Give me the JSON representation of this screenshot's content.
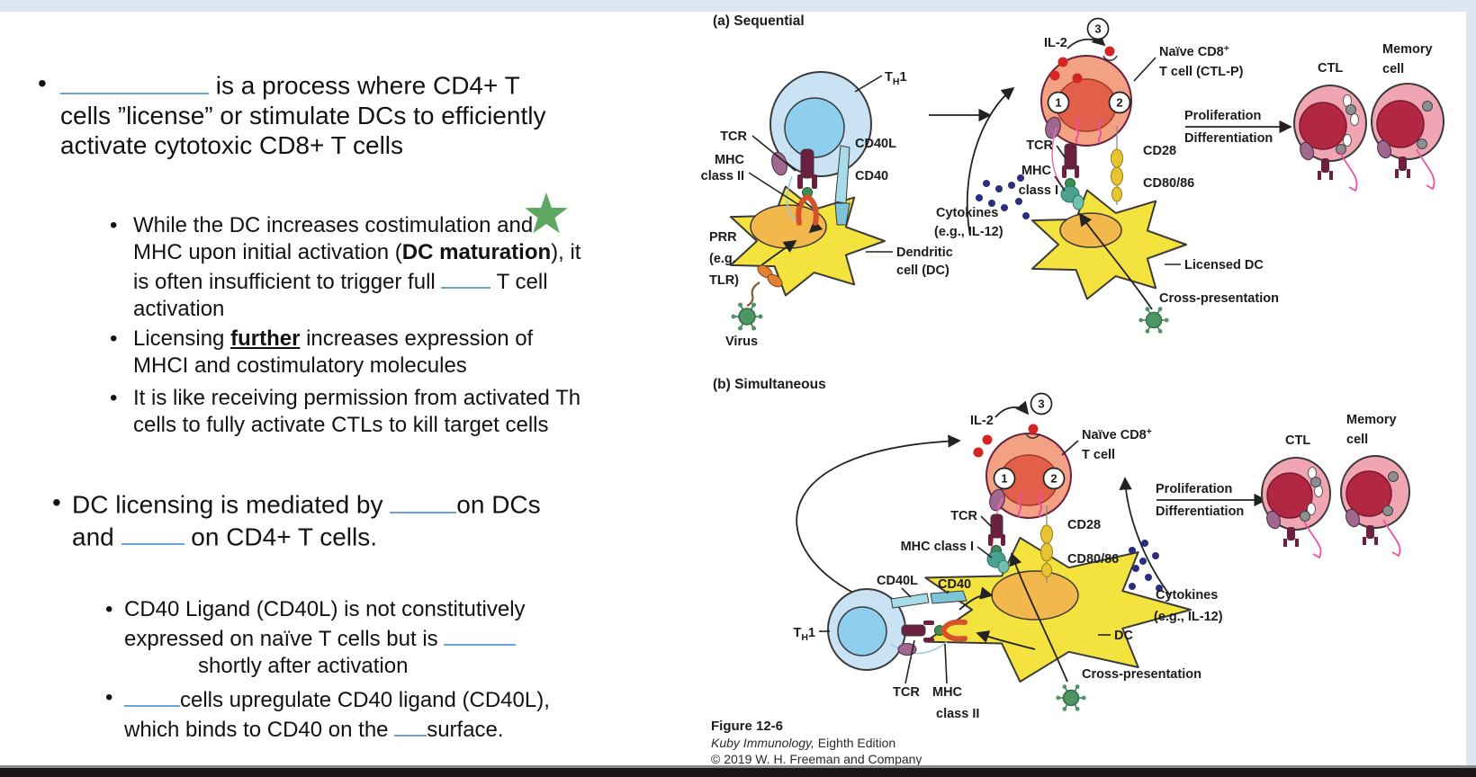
{
  "colors": {
    "canvas_strip": "#dce6f3",
    "slide_bg": "#ffffff",
    "bottom_bar": "#1b1717",
    "blank_underline": "#6ca0dc",
    "star_green": "#5ea761",
    "dc_yellow": "#f4e23e",
    "dc_nucleus_orange": "#f2b84b",
    "th1_blue": "#c9e2f4",
    "naive_salmon": "#f2a183",
    "ctl_pink": "#efa5b2",
    "ctl_nucleus_red": "#b22742",
    "il2_red": "#d42525",
    "cytokine_navy": "#2d2d7f"
  },
  "slide": {
    "bullet_char": "•",
    "b1": {
      "l1_rest": " is a process where CD4+ T",
      "l2": "cells ”license” or stimulate DCs to efficiently",
      "l3": "activate cytotoxic CD8+ T cells"
    },
    "sub1a": {
      "l1": "While the DC increases costimulation and",
      "l2_pre": "MHC upon initial activation (",
      "l2_bold": "DC maturation",
      "l2_post": "), it",
      "l3_pre": "is often insufficient to trigger full ",
      "l3_post": " T cell",
      "l4": "activation"
    },
    "sub1b": {
      "l1_pre": "Licensing ",
      "l1_bold": "further",
      "l1_post": " increases expression of",
      "l2": "MHCI and costimulatory molecules"
    },
    "sub1c": {
      "l1": "It is like receiving permission from activated Th",
      "l2": "cells to fully activate CTLs to kill target cells"
    },
    "b2": {
      "l1_pre": "DC licensing is mediated by ",
      "l1_post": "on DCs",
      "l2_pre": "and ",
      "l2_post": " on CD4+ T cells."
    },
    "sub2a": {
      "l1": "CD40 Ligand (CD40L) is not constitutively",
      "l2": "expressed on naïve T cells but is ",
      "l3": "shortly after activation"
    },
    "sub2b": {
      "l1_post": "cells upregulate CD40 ligand (CD40L),",
      "l2_pre": "which binds to CD40 on the ",
      "l2_post": "surface."
    }
  },
  "figure": {
    "a": {
      "title": "(a) Sequential",
      "th1": {
        "t": "T",
        "h": "H",
        "n": "1"
      },
      "tcr": "TCR",
      "mhc": "MHC",
      "class_ii": "class II",
      "cd40l": "CD40L",
      "cd40": "CD40",
      "prr1": "PRR",
      "prr2": "(e.g.",
      "prr3": "TLR)",
      "virus": "Virus",
      "dc1": "Dendritic",
      "dc2": "cell (DC)",
      "il2": "IL-2",
      "n1": "1",
      "n2": "2",
      "n3": "3",
      "naive1": "Naïve CD8",
      "plus": "+",
      "naive2": "T cell (CTL-P)",
      "tcr2": "TCR",
      "mhc2": "MHC",
      "class_i": "class I",
      "cd28": "CD28",
      "cd8086": "CD80/86",
      "cyto1": "Cytokines",
      "cyto2": "(e.g., IL-12)",
      "licensed": "Licensed DC",
      "crosspres": "Cross-presentation",
      "prolif": "Proliferation",
      "diff": "Differentiation",
      "ctl": "CTL",
      "mem1": "Memory",
      "mem2": "cell"
    },
    "b": {
      "title": "(b) Simultaneous",
      "il2": "IL-2",
      "n1": "1",
      "n2": "2",
      "n3": "3",
      "naive1": "Naïve CD8",
      "plus": "+",
      "naive2": "T cell",
      "tcr": "TCR",
      "mhc_class_i": "MHC class I",
      "cd28": "CD28",
      "cd8086": "CD80/86",
      "cd40l": "CD40L",
      "cd40": "CD40",
      "th1": {
        "t": "T",
        "h": "H",
        "n": "1"
      },
      "tcr2": "TCR",
      "mhc": "MHC",
      "class_ii": "class II",
      "dc": "DC",
      "crosspres": "Cross-presentation",
      "cyto1": "Cytokines",
      "cyto2": "(e.g., IL-12)",
      "prolif": "Proliferation",
      "diff": "Differentiation",
      "ctl": "CTL",
      "mem1": "Memory",
      "mem2": "cell"
    },
    "caption": {
      "l1": "Figure 12-6",
      "l2_italic": "Kuby Immunology,",
      "l2_rest": " Eighth Edition",
      "l3": "© 2019 W. H. Freeman and Company"
    }
  }
}
